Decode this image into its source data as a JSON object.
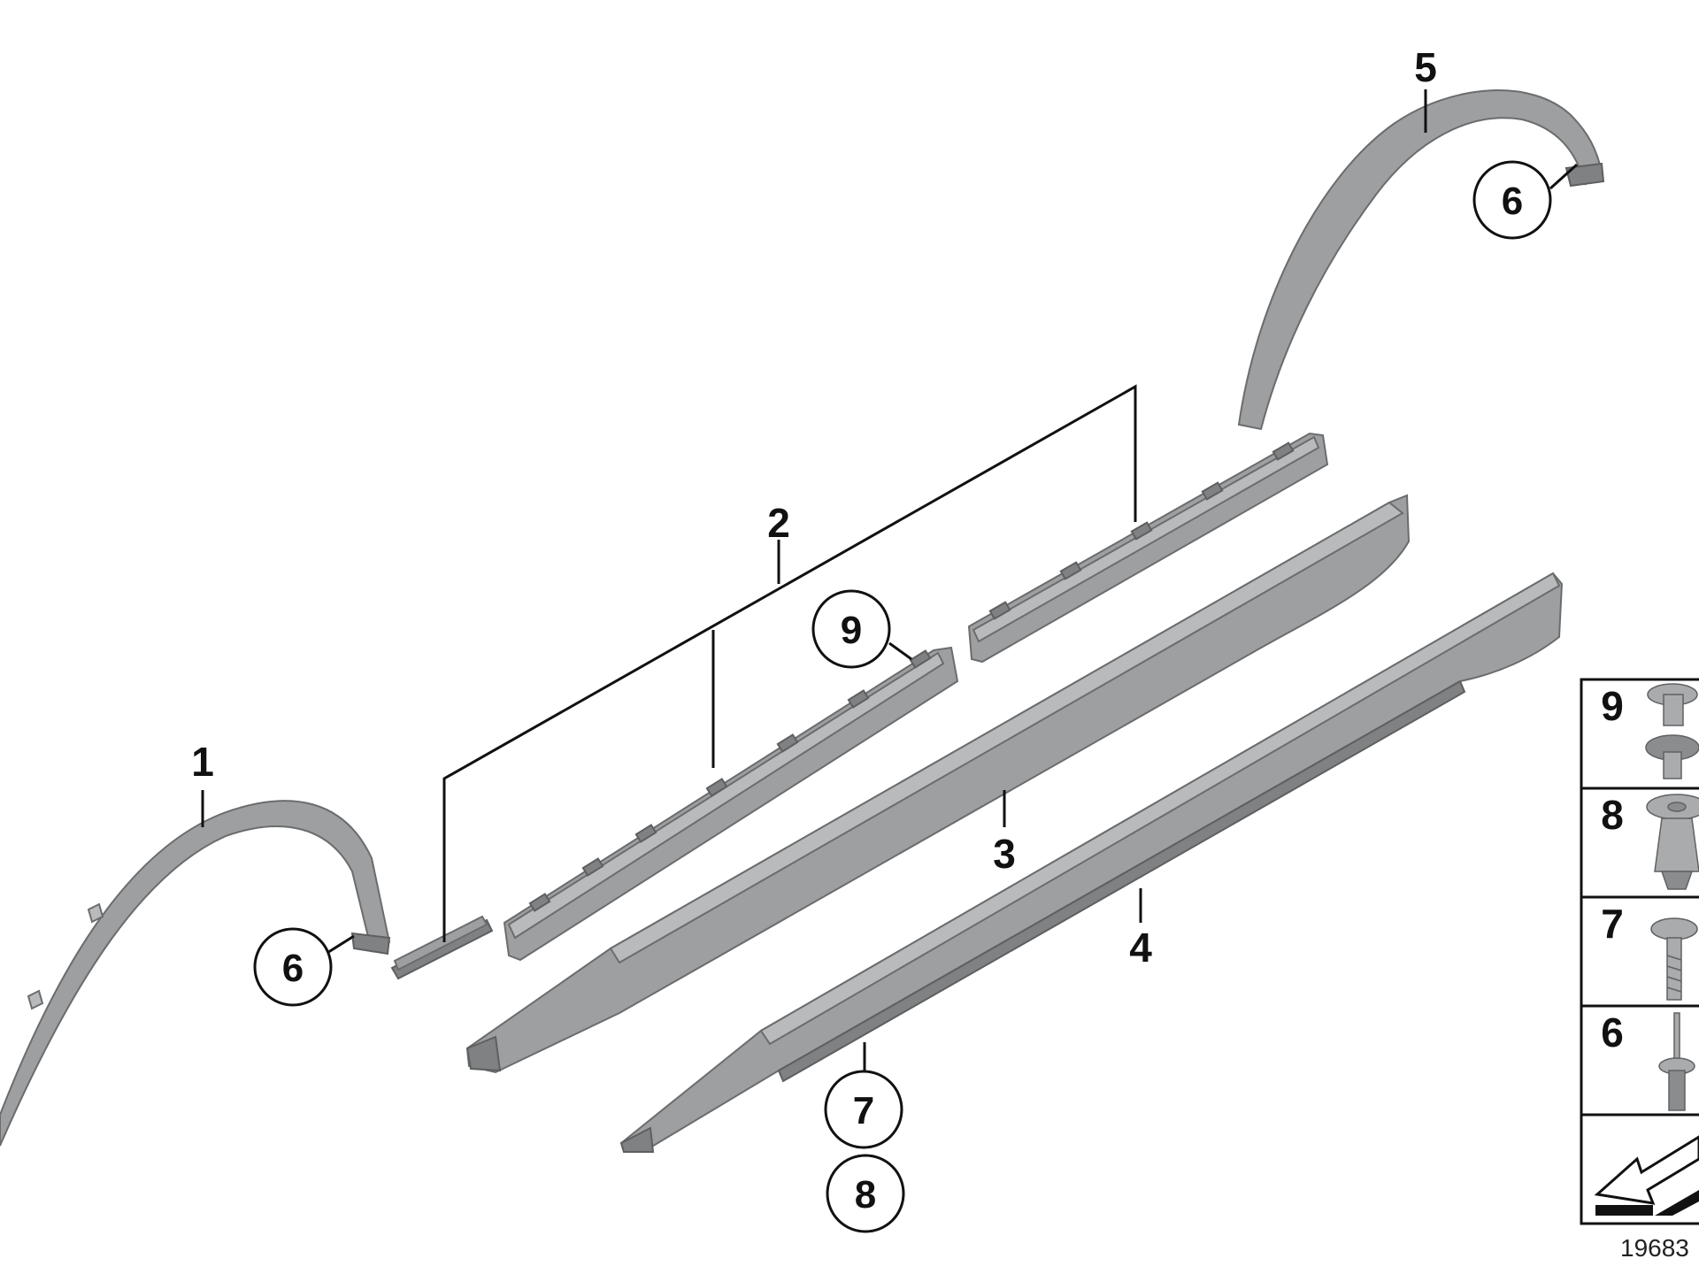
{
  "callouts": {
    "c1": "1",
    "c2": "2",
    "c3": "3",
    "c4": "4",
    "c5": "5",
    "c6_left": "6",
    "c6_right": "6",
    "c7": "7",
    "c8": "8",
    "c9": "9"
  },
  "legend": {
    "items": [
      "9",
      "8",
      "7",
      "6"
    ]
  },
  "reference_number": "19683",
  "colors": {
    "part_fill": "#9d9fa1",
    "outline": "#111111",
    "background": "#ffffff"
  }
}
